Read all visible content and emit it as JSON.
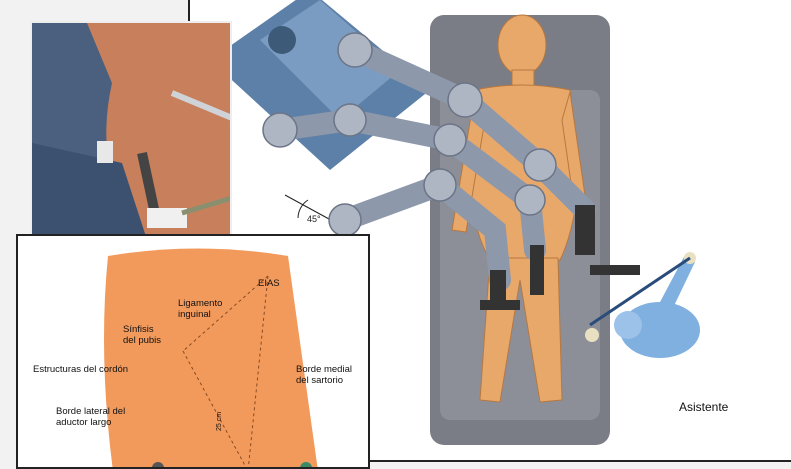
{
  "robot_figure": {
    "angle_label": "45°",
    "assistant_label": "Asistente"
  },
  "diagram": {
    "labels": {
      "eias": "EIAS",
      "ligamento": "Ligamento\ninguinal",
      "sinfisis": "Sínfisis\ndel pubis",
      "cordon": "Estructuras del cordón",
      "borde_medial": "Borde medial\ndel sartorio",
      "borde_lateral": "Borde lateral del\naductor largo",
      "measure": "25 cm"
    }
  },
  "colors": {
    "skin": "#f0b078",
    "robot_base": "#5d80a8",
    "arm": "#9aa6b8",
    "diagram_bg": "#f29a5c"
  }
}
